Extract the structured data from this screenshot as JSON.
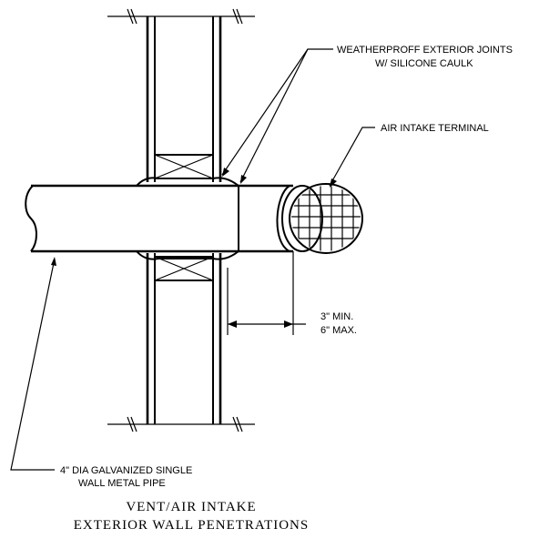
{
  "labels": {
    "weatherproof_line1": "WEATHERPROFF EXTERIOR JOINTS",
    "weatherproof_line2": "W/ SILICONE CAULK",
    "air_intake": "AIR INTAKE TERMINAL",
    "dim_min": "3\" MIN.",
    "dim_max": "6\" MAX.",
    "pipe_line1": "4\" DIA GALVANIZED SINGLE",
    "pipe_line2": "WALL METAL PIPE"
  },
  "title": {
    "line1": "VENT/AIR INTAKE",
    "line2": "EXTERIOR WALL PENETRATIONS"
  }
}
